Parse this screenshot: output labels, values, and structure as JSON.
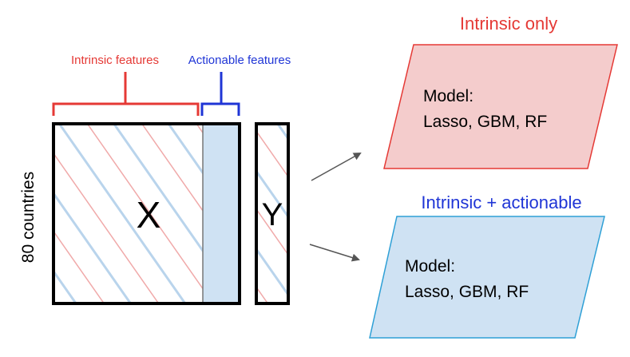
{
  "matrices": {
    "x_label": "X",
    "y_label": "Y",
    "rows_label": "80 countries"
  },
  "brackets": {
    "intrinsic_label": "Intrinsic features",
    "actionable_label": "Actionable features"
  },
  "models": {
    "intrinsic_only": {
      "heading": "Intrinsic only",
      "line1": "Model:",
      "line2": "Lasso, GBM, RF"
    },
    "intrinsic_actionable": {
      "heading": "Intrinsic + actionable",
      "line1": "Model:",
      "line2": "Lasso, GBM, RF"
    }
  },
  "colors": {
    "intrinsic": "#e53935",
    "actionable": "#1f35d6",
    "red_fill": "#f4cccc",
    "blue_fill": "#cfe2f3",
    "red_hatch": "#f0a9a9",
    "blue_hatch": "#b9d4ec"
  }
}
